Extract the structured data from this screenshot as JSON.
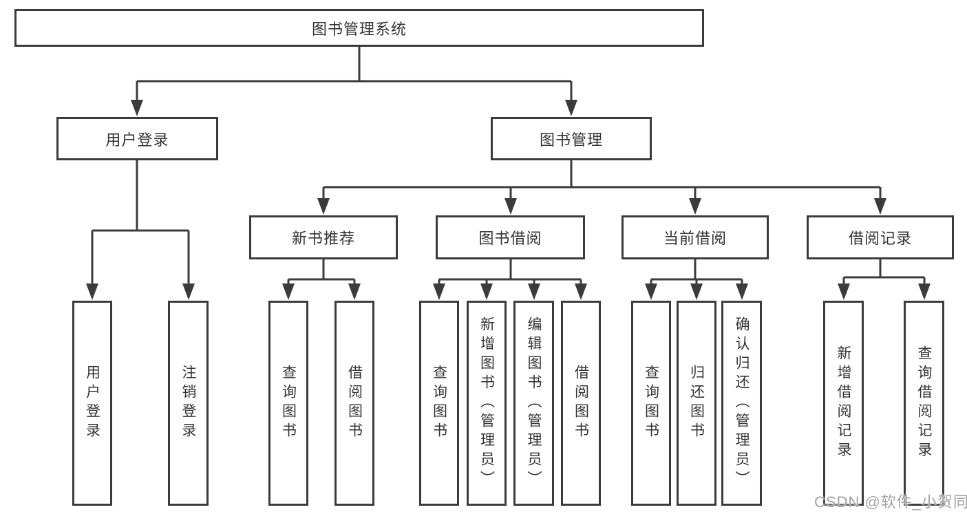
{
  "diagram": {
    "root": {
      "label": "图书管理系统"
    },
    "level2": [
      {
        "label": "用户登录",
        "children": [
          {
            "label": "用户登录"
          },
          {
            "label": "注销登录"
          }
        ]
      },
      {
        "label": "图书管理",
        "children": [
          {
            "label": "新书推荐",
            "children": [
              {
                "label": "查询图书"
              },
              {
                "label": "借阅图书"
              }
            ]
          },
          {
            "label": "图书借阅",
            "children": [
              {
                "label": "查询图书"
              },
              {
                "label": "新增图书（管理员）"
              },
              {
                "label": "编辑图书（管理员）"
              },
              {
                "label": "借阅图书"
              }
            ]
          },
          {
            "label": "当前借阅",
            "children": [
              {
                "label": "查询图书"
              },
              {
                "label": "归还图书"
              },
              {
                "label": "确认归还（管理员）"
              }
            ]
          },
          {
            "label": "借阅记录",
            "children": [
              {
                "label": "新增借阅记录"
              },
              {
                "label": "查询借阅记录"
              }
            ]
          }
        ]
      }
    ]
  },
  "watermark": {
    "text": "CSDN @软件_小贺同学"
  },
  "colors": {
    "line": "#3b3b3b",
    "box_border": "#3b3b3b",
    "text": "#333333",
    "watermark": "#a3a3a3",
    "background": "#ffffff"
  }
}
